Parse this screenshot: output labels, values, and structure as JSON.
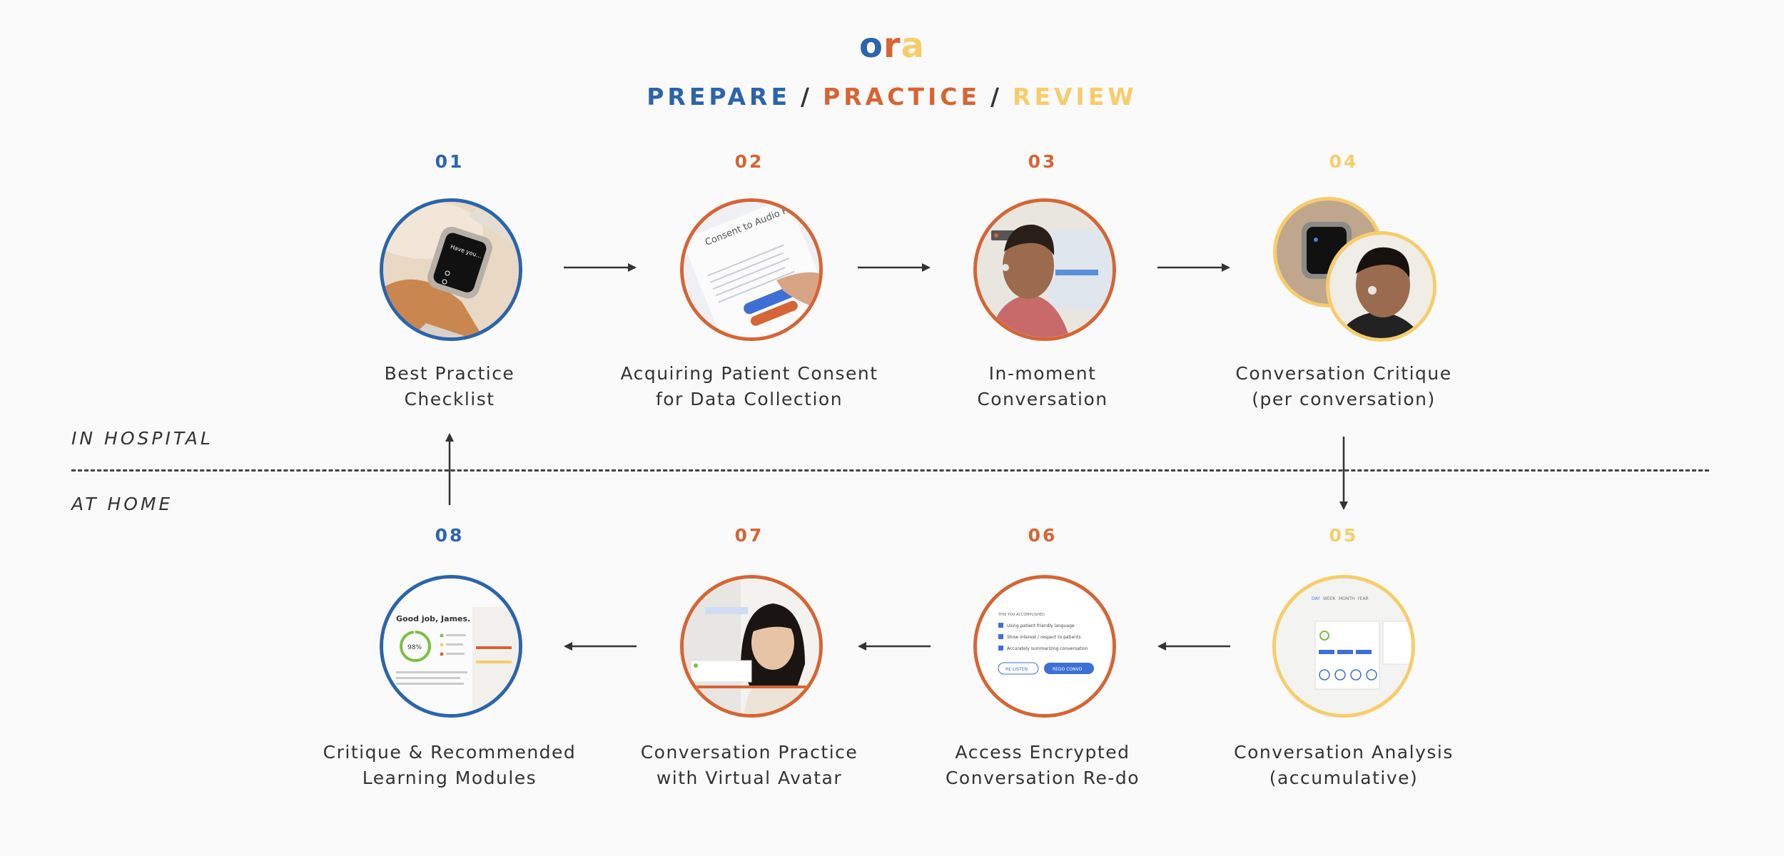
{
  "logo": {
    "o": "o",
    "r": "r",
    "a": "a"
  },
  "tagline": {
    "prepare": "PREPARE",
    "practice": "PRACTICE",
    "review": "REVIEW",
    "separator": "/"
  },
  "zones": {
    "hospital": "IN HOSPITAL",
    "home": "AT HOME"
  },
  "colors": {
    "prepare": "#2c64ac",
    "practice": "#d76434",
    "review": "#f7cd6b"
  },
  "steps": [
    {
      "num": "01",
      "line1": "Best Practice",
      "line2": "Checklist",
      "phase": "prepare",
      "icon": "smartwatch-checklist-image"
    },
    {
      "num": "02",
      "line1": "Acquiring Patient Consent",
      "line2": "for Data Collection",
      "phase": "practice",
      "icon": "consent-form-image"
    },
    {
      "num": "03",
      "line1": "In-moment",
      "line2": "Conversation",
      "phase": "practice",
      "icon": "doctor-conversation-image"
    },
    {
      "num": "04",
      "line1": "Conversation Critique",
      "line2": "(per conversation)",
      "phase": "review",
      "icon": "critique-watch-image"
    },
    {
      "num": "05",
      "line1": "Conversation Analysis",
      "line2": "(accumulative)",
      "phase": "review",
      "icon": "analysis-dashboard-image"
    },
    {
      "num": "06",
      "line1": "Access Encrypted",
      "line2": "Conversation Re-do",
      "phase": "practice",
      "icon": "redo-checklist-image"
    },
    {
      "num": "07",
      "line1": "Conversation Practice",
      "line2": "with Virtual Avatar",
      "phase": "practice",
      "icon": "virtual-avatar-image"
    },
    {
      "num": "08",
      "line1": "Critique & Recommended",
      "line2": "Learning Modules",
      "phase": "prepare",
      "icon": "learning-modules-image"
    }
  ],
  "screens": {
    "consent_title": "Consent to Audio Recording",
    "redo_heading": "THIS YOU ACCOMPLISHED",
    "redo_items": [
      "Using patient friendly language",
      "Show interest / respect to patients",
      "Accurately summarizing conversation"
    ],
    "redo_listen": "RE-LISTEN",
    "redo_convo": "REDO CONVO",
    "module_title": "Good job, James.",
    "module_score": "98%",
    "tabs": [
      "DAY",
      "WEEK",
      "MONTH",
      "YEAR"
    ]
  }
}
